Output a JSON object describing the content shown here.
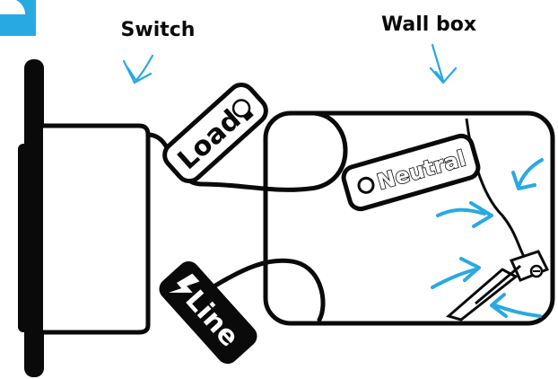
{
  "labels": {
    "switch": "Switch",
    "wall_box": "Wall box"
  },
  "tags": {
    "load": "Load",
    "neutral": "Neutral",
    "line": "Line"
  },
  "colors": {
    "ink": "#0a0a0a",
    "accent_blue": "#29a9e1",
    "paper": "#ffffff"
  },
  "icons": {
    "load_tag": "light-bulb-icon",
    "line_tag": "lightning-bolt-icon",
    "neutral_tag": "hole-icon"
  }
}
